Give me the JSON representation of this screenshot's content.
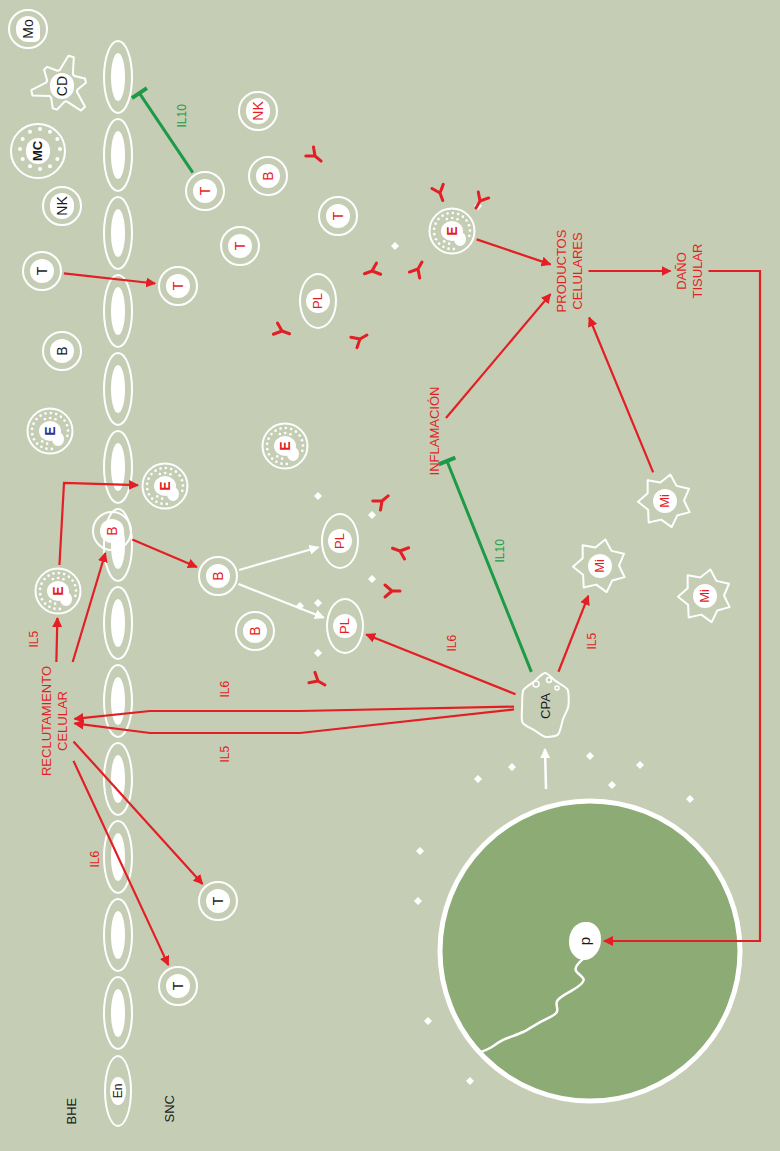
{
  "diagram": {
    "nodes": [
      {
        "text": [
          "RECLUTAMIENTO CELULAR"
        ]
      },
      {
        "text": [
          "E"
        ]
      },
      {
        "text": [
          "E"
        ]
      },
      {
        "text": [
          "B"
        ]
      },
      {
        "text": [
          "T"
        ]
      },
      {
        "text": [
          "NK"
        ]
      },
      {
        "text": [
          "MC"
        ]
      },
      {
        "text": [
          "CD"
        ]
      },
      {
        "text": [
          "Mo"
        ]
      },
      {
        "text": [
          "En"
        ]
      },
      {
        "text": [
          "B"
        ]
      },
      {
        "text": [
          "T"
        ]
      },
      {
        "text": [
          "E"
        ]
      },
      {
        "text": [
          "T"
        ]
      },
      {
        "text": [
          "T"
        ]
      },
      {
        "text": [
          "T"
        ]
      },
      {
        "text": [
          "B"
        ]
      },
      {
        "text": [
          "T"
        ]
      },
      {
        "text": [
          "B"
        ]
      },
      {
        "text": [
          "B"
        ]
      },
      {
        "text": [
          "NK"
        ]
      },
      {
        "text": [
          "E"
        ]
      },
      {
        "text": [
          "PL"
        ]
      },
      {
        "text": [
          "PL"
        ]
      },
      {
        "text": [
          "PL"
        ]
      },
      {
        "text": [
          "T"
        ]
      },
      {
        "text": [
          "INFLAMACIÓN"
        ]
      },
      {
        "text": [
          "E"
        ]
      },
      {
        "text": [
          "CPA"
        ]
      },
      {
        "text": [
          "p"
        ]
      },
      {
        "text": [
          "PRODUCTOS CELULARES"
        ]
      },
      {
        "text": [
          "Mi"
        ]
      },
      {
        "text": [
          "Mi"
        ]
      },
      {
        "text": [
          "Mi"
        ]
      },
      {
        "text": [
          "DAÑO TISULAR"
        ]
      }
    ],
    "edges": [
      {
        "from": 28,
        "to": 0,
        "label": "IL5",
        "arrow": "to"
      },
      {
        "from": 28,
        "to": 0,
        "label": "IL6",
        "arrow": "to"
      },
      {
        "from": 0,
        "to": 11,
        "label": "IL6",
        "arrow": "to"
      },
      {
        "from": 0,
        "to": 15,
        "arrow": "to"
      },
      {
        "from": 0,
        "to": 1,
        "label": "IL5",
        "arrow": "to"
      },
      {
        "from": 0,
        "to": 10,
        "arrow": "to"
      },
      {
        "from": 1,
        "to": 12,
        "arrow": "to"
      },
      {
        "from": 10,
        "to": 16,
        "arrow": "to"
      },
      {
        "from": 4,
        "to": 13,
        "arrow": "to"
      },
      {
        "from": 16,
        "to": 23,
        "arrow": "to"
      },
      {
        "from": 16,
        "to": 24,
        "arrow": "to"
      },
      {
        "from": 28,
        "to": 23,
        "label": "IL6",
        "arrow": "to"
      },
      {
        "from": 28,
        "to": 26,
        "label": "IL10",
        "arrow": "none"
      },
      {
        "from": 28,
        "to": 31,
        "label": "IL5",
        "arrow": "to"
      },
      {
        "from": 26,
        "to": 30,
        "arrow": "to"
      },
      {
        "from": 27,
        "to": 30,
        "arrow": "to"
      },
      {
        "from": 32,
        "to": 30,
        "arrow": "to"
      },
      {
        "from": 30,
        "to": 34,
        "arrow": "to"
      },
      {
        "from": 34,
        "to": 29,
        "arrow": "to"
      }
    ],
    "labels": [
      "BHE",
      "SNC",
      "IL10"
    ]
  }
}
